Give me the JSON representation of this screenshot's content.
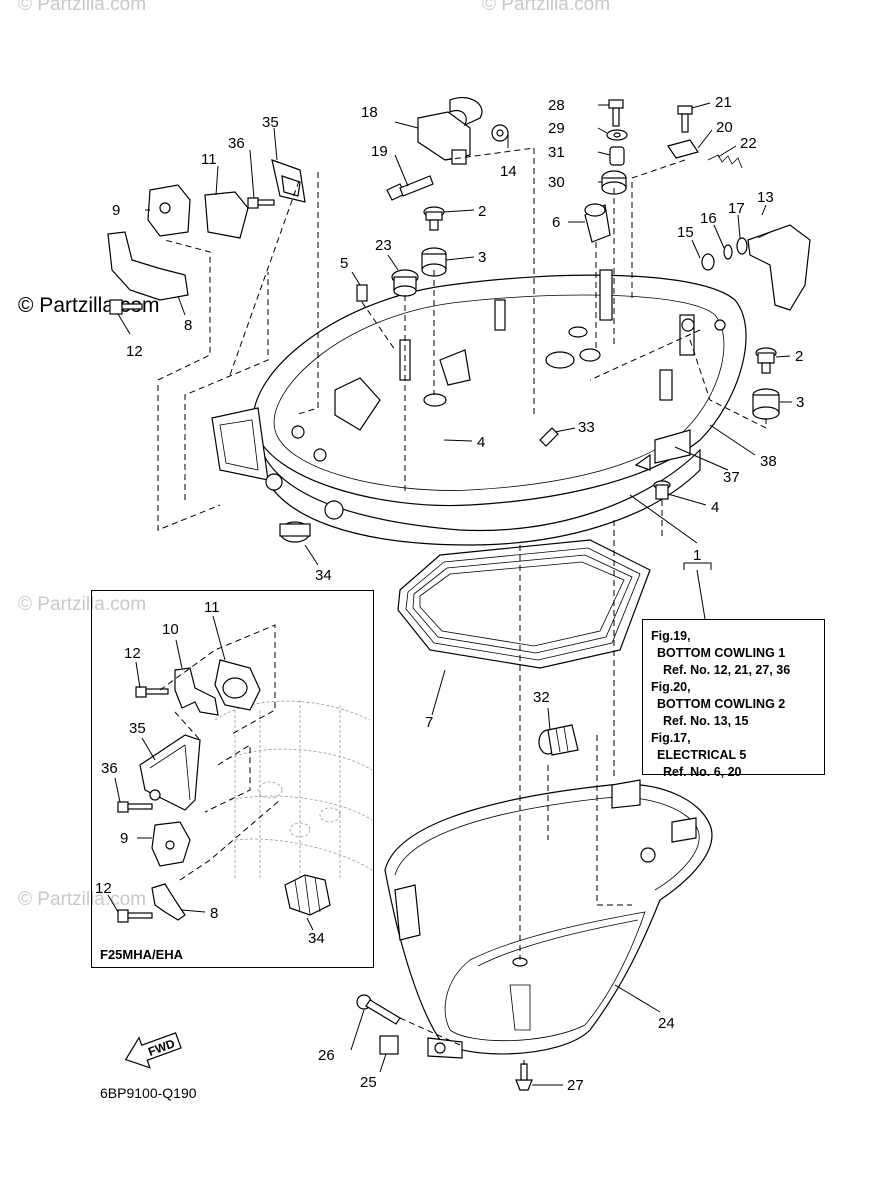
{
  "watermark": {
    "brand": "© Partzilla.com",
    "faint": "© Partzilla.com"
  },
  "callouts": {
    "c1": "1",
    "c2a": "2",
    "c2b": "2",
    "c3a": "3",
    "c3b": "3",
    "c4a": "4",
    "c4b": "4",
    "c6": "6",
    "c7": "7",
    "c8": "8",
    "c9": "9",
    "c11": "11",
    "c12": "12",
    "c13": "13",
    "c14": "14",
    "c15": "15",
    "c16": "16",
    "c17": "17",
    "c18": "18",
    "c19": "19",
    "c20": "20",
    "c21": "21",
    "c22": "22",
    "c23": "23",
    "c24": "24",
    "c25": "25",
    "c26": "26",
    "c27": "27",
    "c28": "28",
    "c29": "29",
    "c30": "30",
    "c31": "31",
    "c32": "32",
    "c33": "33",
    "c34": "34",
    "c35": "35",
    "c36": "36",
    "c37": "37",
    "c38": "38",
    "c5": "5"
  },
  "inset": {
    "label": "F25MHA/EHA",
    "c8": "8",
    "c9": "9",
    "c10": "10",
    "c11": "11",
    "c12a": "12",
    "c12b": "12",
    "c34": "34",
    "c35": "35",
    "c36": "36"
  },
  "reference_box": {
    "lines": [
      "Fig.19,",
      "BOTTOM COWLING 1",
      "Ref. No. 12, 21, 27, 36",
      "Fig.20,",
      "BOTTOM COWLING 2",
      "Ref. No. 13, 15",
      "Fig.17,",
      "ELECTRICAL 5",
      "Ref. No. 6, 20"
    ]
  },
  "fwd_arrow": "FWD",
  "diagram_code": "6BP9100-Q190"
}
